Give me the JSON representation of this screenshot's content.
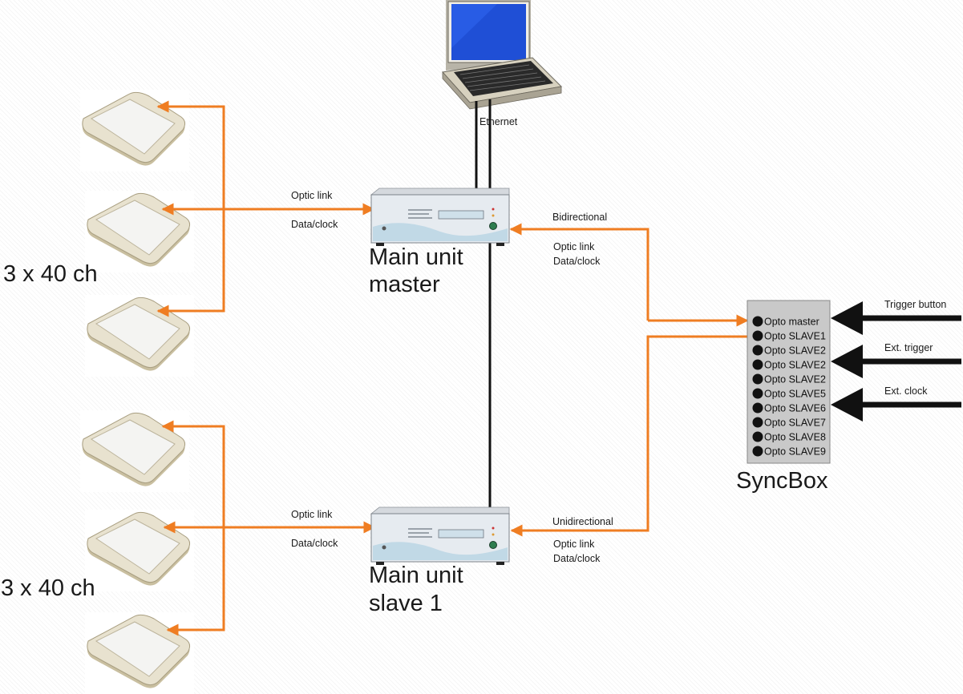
{
  "labels": {
    "ethernet": "Ethernet",
    "optic_link": "Optic link",
    "data_clock": "Data/clock",
    "bidirectional": "Bidirectional",
    "unidirectional": "Unidirectional",
    "channels_top": "3 x 40 ch",
    "channels_bottom": "3 x 40 ch",
    "master_line1": "Main unit",
    "master_line2": "master",
    "slave_line1": "Main unit",
    "slave_line2": "slave 1",
    "syncbox": "SyncBox",
    "trigger_button": "Trigger button",
    "ext_trigger": "Ext. trigger",
    "ext_clock": "Ext. clock"
  },
  "syncbox_ports": [
    "Opto master",
    "Opto SLAVE1",
    "Opto SLAVE2",
    "Opto SLAVE2",
    "Opto SLAVE2",
    "Opto SLAVE5",
    "Opto SLAVE6",
    "Opto SLAVE7",
    "Opto SLAVE8",
    "Opto SLAVE9"
  ],
  "colors": {
    "link": "#ef7d22",
    "black_line": "#111111",
    "syncbox_fill": "#c9c9c9",
    "device_face": "#e6ebf0"
  },
  "icons": {
    "computer": "laptop-icon",
    "sensor": "sensor-pad-icon",
    "main_unit": "rack-unit-icon"
  }
}
